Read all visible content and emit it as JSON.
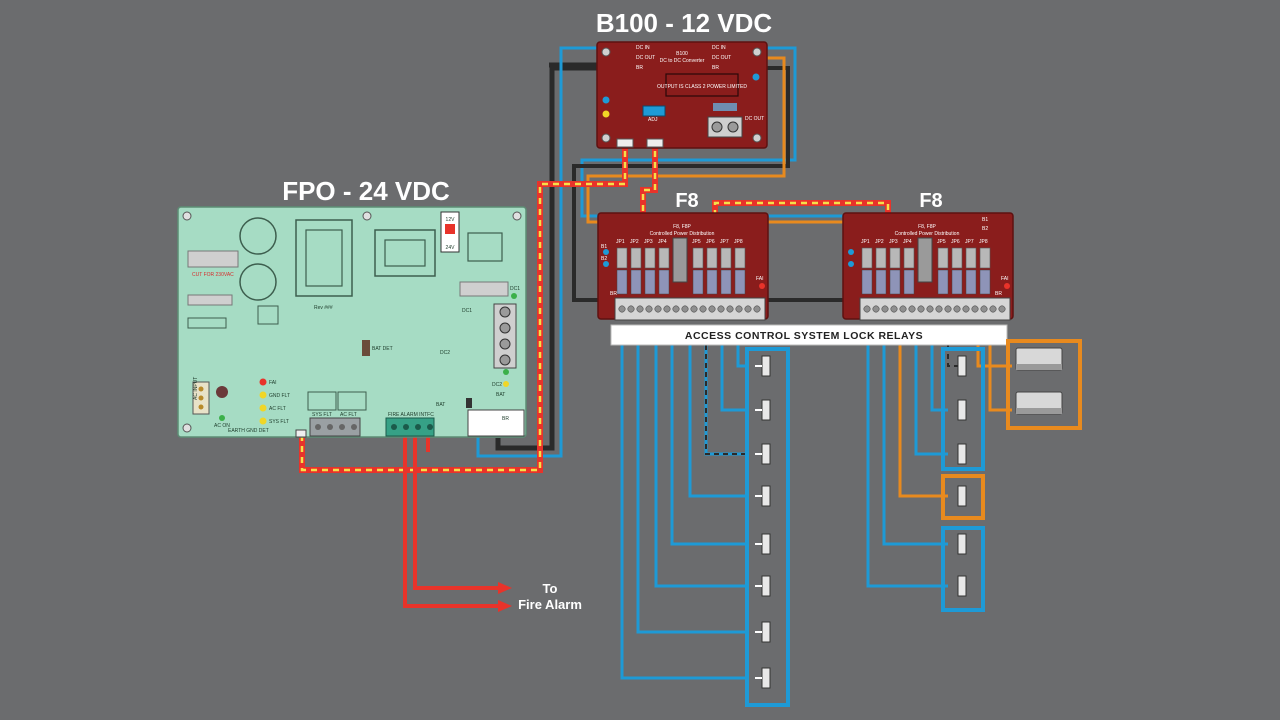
{
  "titles": {
    "b100": "B100 - 12 VDC",
    "fpo": "FPO - 24 VDC",
    "f8_left": "F8",
    "f8_right": "F8"
  },
  "b100_board": {
    "name": "B100",
    "subtitle": "DC to DC Converter",
    "output_note": "OUTPUT IS CLASS 2 POWER LIMITED",
    "terminals_left": [
      "DC IN",
      "DC OUT",
      "BR"
    ],
    "terminals_right": [
      "DC IN",
      "DC OUT",
      "BR"
    ],
    "adj": "ADJ",
    "dc_out": "DC OUT"
  },
  "fpo_board": {
    "voltage_select_top": "12V",
    "voltage_select_bottom": "24V",
    "cut_label": "CUT FOR 230VAC",
    "rev": "Rev ###",
    "bat_det": "BAT DET",
    "ac_input": "AC INPUT",
    "ac_on": "AC ON",
    "earth": "EARTH GND DET",
    "leds": [
      "FAI",
      "GND FLT",
      "AC FLT",
      "SYS FLT"
    ],
    "terminals": [
      "SYS FLT",
      "AC FLT",
      "FIRE ALARM INTFC"
    ],
    "right_leds": [
      "DC1",
      "DC2"
    ],
    "relay_labels": [
      "BAT",
      "BAT",
      "BR"
    ],
    "dc_labels": [
      "DC1",
      "DC2"
    ]
  },
  "f8_board": {
    "name": "F8, F8P",
    "subtitle": "Controlled Power Distribution",
    "jumpers": [
      "JP1",
      "JP2",
      "JP3",
      "JP4",
      "JP5",
      "JP6",
      "JP7",
      "JP8"
    ],
    "side_labels": [
      "B1",
      "B2"
    ],
    "fai": "FAI",
    "br": "BR"
  },
  "banner": "ACCESS CONTROL SYSTEM LOCK RELAYS",
  "fire_alarm": {
    "line1": "To",
    "line2": "Fire Alarm"
  },
  "colors": {
    "background": "#6b6c6e",
    "green_board": "#a6dcc4",
    "red_board": "#8a1d1c",
    "blue_wire": "#1e9ad6",
    "orange_wire": "#e88a1e",
    "black_wire": "#2a2a2a",
    "red_wire": "#e8332a",
    "yellow_wire": "#f5e04a"
  }
}
